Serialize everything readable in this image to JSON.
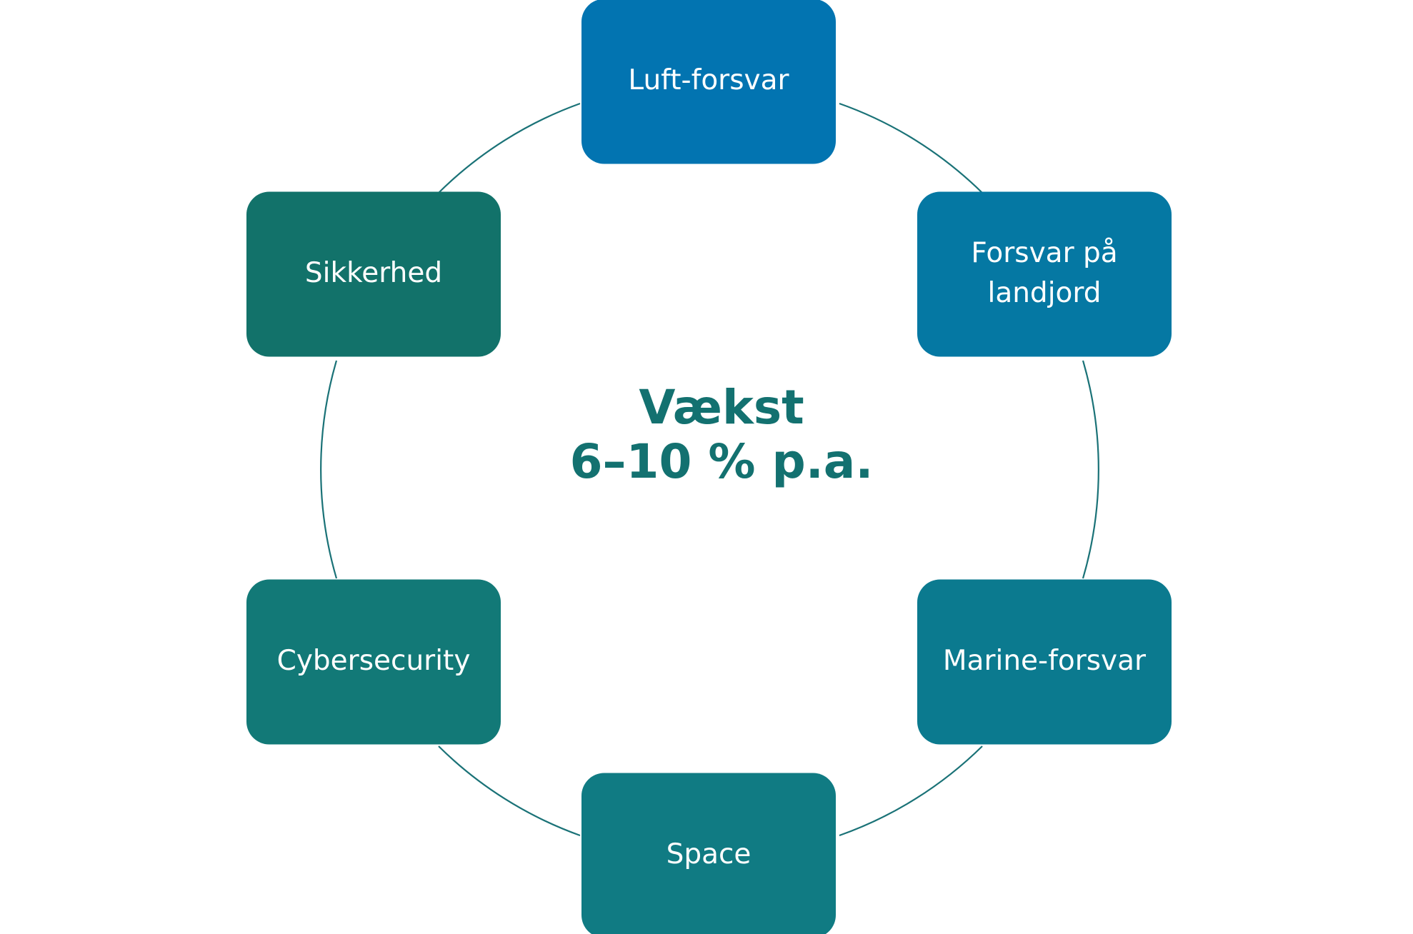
{
  "center": {
    "lines": [
      "Vækst",
      "6–10 % p.a."
    ],
    "color": "#137170"
  },
  "ring_color": "#1a7277",
  "nodes": [
    {
      "id": "luft-forsvar",
      "lines": [
        "Luft-forsvar"
      ],
      "color": "#0274b1"
    },
    {
      "id": "forsvar-paa-landjord",
      "lines": [
        "Forsvar på",
        "landjord"
      ],
      "color": "#0578a3"
    },
    {
      "id": "marine-forsvar",
      "lines": [
        "Marine-forsvar"
      ],
      "color": "#0b7a8f"
    },
    {
      "id": "space",
      "lines": [
        "Space"
      ],
      "color": "#107b83"
    },
    {
      "id": "cybersecurity",
      "lines": [
        "Cybersecurity"
      ],
      "color": "#127977"
    },
    {
      "id": "sikkerhed",
      "lines": [
        "Sikkerhed"
      ],
      "color": "#12726a"
    }
  ]
}
